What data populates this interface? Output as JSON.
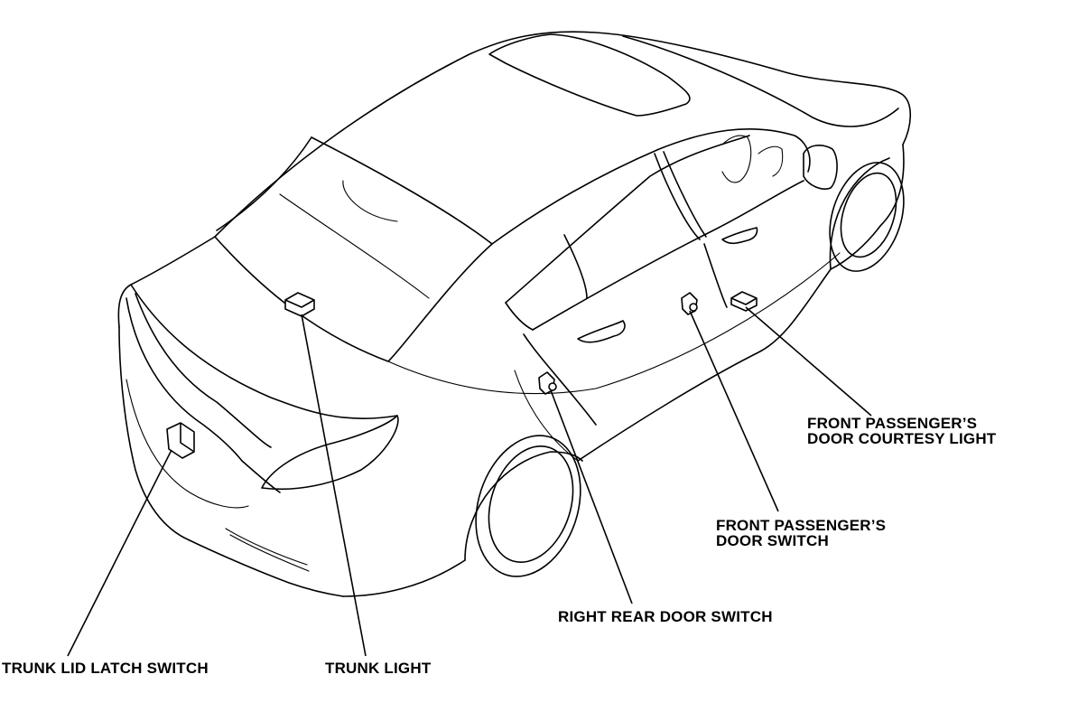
{
  "diagram": {
    "labels": {
      "trunk_lid_latch_switch": "TRUNK LID LATCH SWITCH",
      "trunk_light": "TRUNK LIGHT",
      "right_rear_door_switch": "RIGHT REAR DOOR SWITCH",
      "front_passenger_door_switch": {
        "line1": "FRONT PASSENGER’S",
        "line2": "DOOR SWITCH"
      },
      "front_passenger_door_courtesy_light": {
        "line1": "FRONT PASSENGER’S",
        "line2": "DOOR COURTESY LIGHT"
      }
    },
    "colors": {
      "line": "#000000",
      "background": "#ffffff"
    }
  }
}
